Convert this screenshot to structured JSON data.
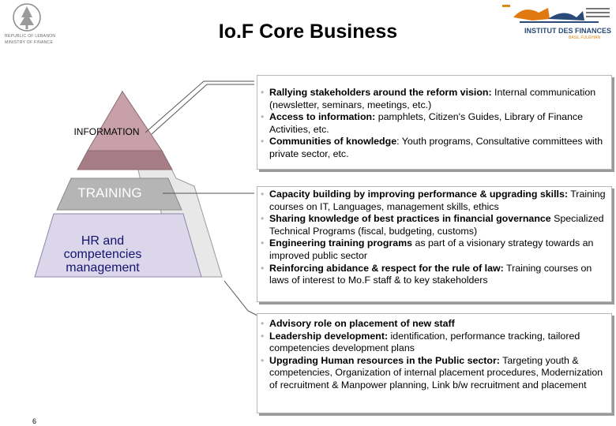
{
  "header": {
    "title": "Io.F Core Business",
    "ministry_line1": "REPUBLIC OF LEBANON",
    "ministry_line2": "MINISTRY OF FINANCE",
    "institut_name": "INSTITUT DES FINANCES",
    "institut_sub": "BASIL FULEIHAN"
  },
  "pyramid": {
    "tiers": [
      {
        "label": "INFORMATION"
      },
      {
        "label": "TRAINING"
      },
      {
        "label": "HR and competencies management"
      }
    ]
  },
  "panels": [
    {
      "items": [
        {
          "bold": "Rallying stakeholders around the reform vision:",
          "text": " Internal communication (newsletter, seminars, meetings, etc.)"
        },
        {
          "bold": "Access to information:",
          "text": " pamphlets, Citizen's Guides, Library of Finance Activities, etc."
        },
        {
          "bold": "Communities of knowledge",
          "text": ": Youth programs, Consultative committees with private sector, etc."
        }
      ]
    },
    {
      "items": [
        {
          "bold": "Capacity building by improving performance & upgrading skills:",
          "text": " Training courses on IT, Languages, management skills, ethics"
        },
        {
          "bold": "Sharing knowledge of best practices in financial governance",
          "text": " Specialized Technical Programs (fiscal, budgeting, customs)"
        },
        {
          "bold": "Engineering training programs",
          "text": " as part of a visionary strategy towards an improved public sector"
        },
        {
          "bold": "Reinforcing abidance & respect for the rule of law:",
          "text": " Training courses on laws of interest to Mo.F staff & to key stakeholders"
        }
      ]
    },
    {
      "items": [
        {
          "bold": "Advisory role on placement of new staff",
          "text": ""
        },
        {
          "bold": "Leadership development:",
          "text": " identification, performance tracking, tailored competencies development plans"
        },
        {
          "bold": "Upgrading Human resources in the Public sector:",
          "text": " Targeting youth & competencies, Organization of internal placement procedures, Modernization of recruitment & Manpower planning, Link b/w recruitment and placement"
        }
      ]
    }
  ],
  "footer": {
    "page_number": "6"
  }
}
